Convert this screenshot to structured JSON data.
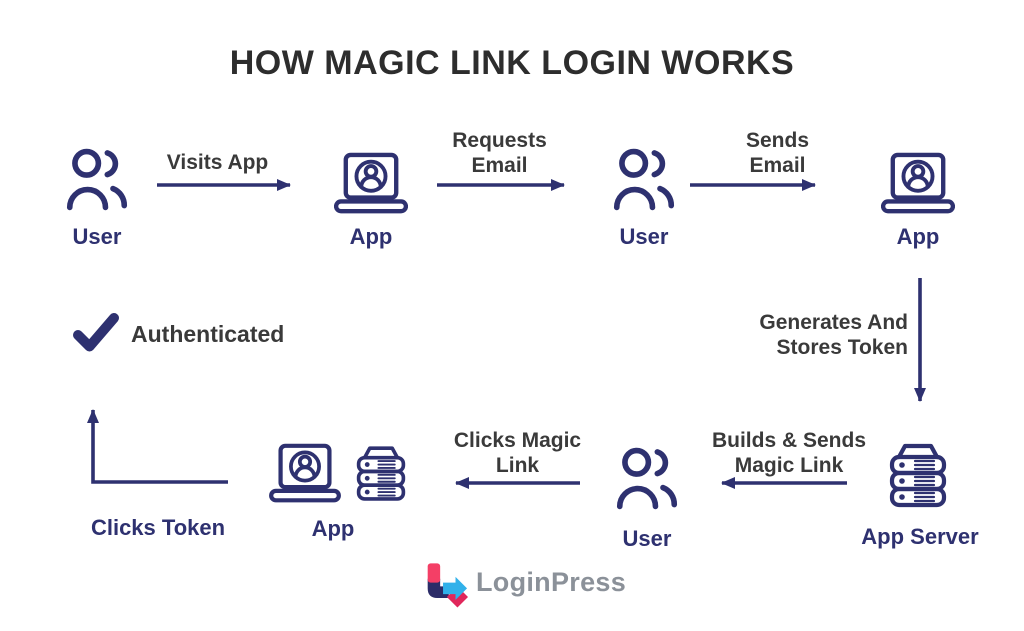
{
  "title": "HOW MAGIC LINK LOGIN WORKS",
  "flow": {
    "step1_user": "User",
    "edge_visits_app": "Visits App",
    "step2_app": "App",
    "edge_requests_email": "Requests Email",
    "step3_user": "User",
    "edge_sends_email": "Sends Email",
    "step4_app": "App",
    "edge_generates_token": "Generates And Stores Token",
    "step5_app_server": "App Server",
    "edge_builds_sends": "Builds & Sends Magic Link",
    "step6_user": "User",
    "edge_clicks_magic_link": "Clicks Magic Link",
    "step7_app": "App",
    "edge_clicks_token": "Clicks Token",
    "status_authenticated": "Authenticated"
  },
  "footer": {
    "brand": "LoginPress"
  },
  "colors": {
    "icon_navy": "#2e3170",
    "label_charcoal": "#3a3a3a",
    "title_dark": "#2d2d2d",
    "brand_gray": "#8b9199",
    "logo_pink": "#f43f66",
    "logo_navy": "#2c2c68",
    "logo_blue": "#31b1ea",
    "logo_crimson": "#e0275b"
  }
}
